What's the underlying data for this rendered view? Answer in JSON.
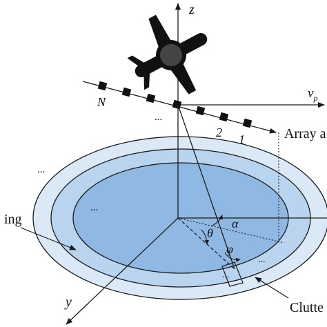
{
  "labels": {
    "axis_z": "z",
    "axis_y": "y",
    "velocity": "v",
    "velocity_sub": "p",
    "element_n": "N",
    "element_2": "2",
    "element_1": "1",
    "dots_array": "...",
    "array_axis": "Array a",
    "ring": "ing",
    "clutter": "Clutte",
    "alpha": "α",
    "theta": "θ",
    "phi": "φ",
    "dots_left": "...",
    "dots_mid": "...",
    "dots_cell_left": "...",
    "dots_cell_right": "..."
  },
  "icons": {
    "aircraft": "airplane-icon",
    "array_element": "square-marker-icon"
  },
  "colors": {
    "outer_ring": "#dbe9f6",
    "middle_ring": "#b9d4ee",
    "inner_disk": "#8fb8e2",
    "stroke": "#1a1a1a"
  }
}
